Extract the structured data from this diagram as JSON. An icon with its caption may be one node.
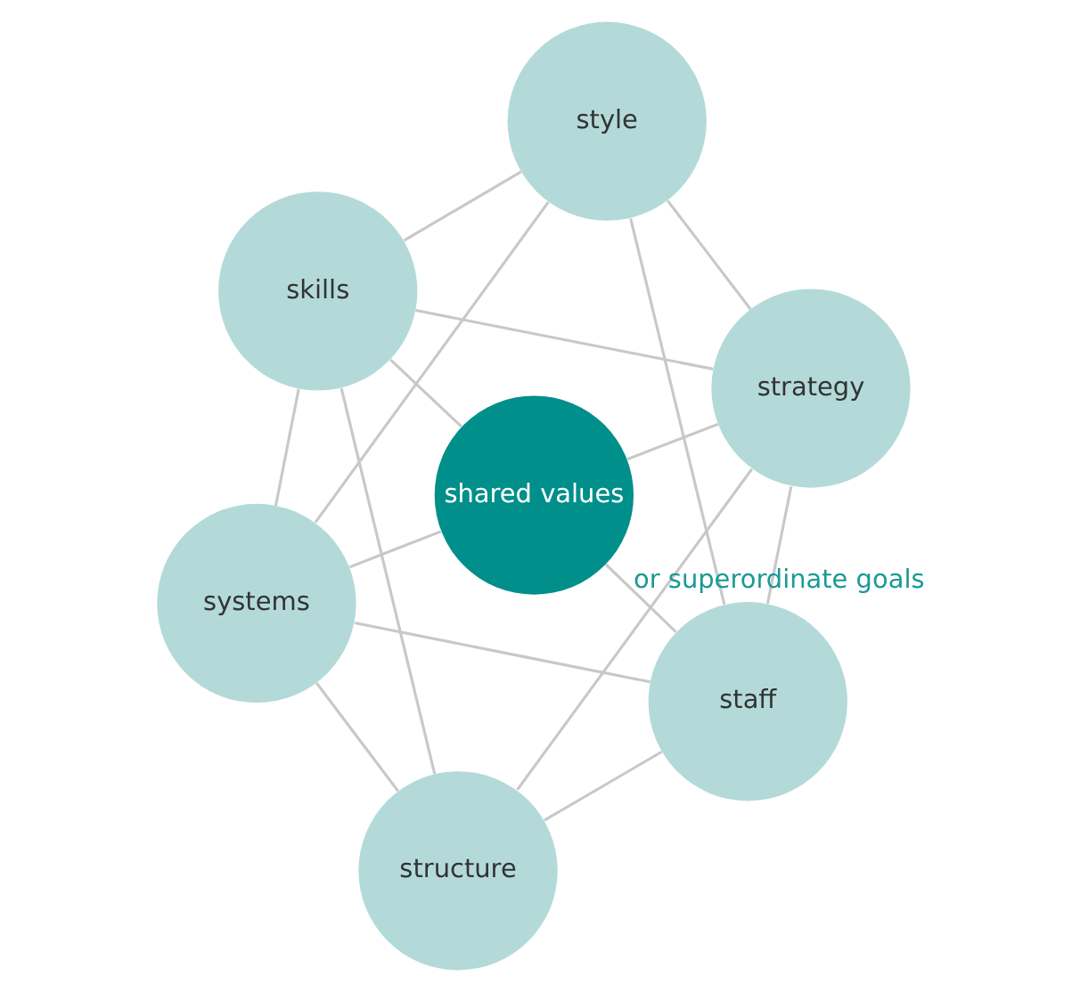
{
  "diagram": {
    "nodes": [
      {
        "text": [
          "style"
        ]
      },
      {
        "text": [
          "strategy"
        ]
      },
      {
        "text": [
          "skills"
        ]
      },
      {
        "text": [
          "shared values"
        ],
        "beside": [
          "or superordinate goals"
        ]
      },
      {
        "text": [
          "staff"
        ]
      },
      {
        "text": [
          "systems"
        ]
      },
      {
        "text": [
          "structure"
        ]
      }
    ],
    "edges": [
      {
        "from": 0,
        "to": 1,
        "arrow": "none"
      },
      {
        "from": 0,
        "to": 2,
        "arrow": "none"
      },
      {
        "from": 1,
        "to": 2,
        "arrow": "none"
      },
      {
        "from": 1,
        "to": 3,
        "arrow": "none"
      },
      {
        "from": 2,
        "to": 3,
        "arrow": "none"
      },
      {
        "from": 1,
        "to": 4,
        "arrow": "none"
      },
      {
        "from": 2,
        "to": 5,
        "arrow": "none"
      },
      {
        "from": 0,
        "to": 4,
        "arrow": "none"
      },
      {
        "from": 0,
        "to": 5,
        "arrow": "none"
      },
      {
        "from": 1,
        "to": 6,
        "arrow": "none"
      },
      {
        "from": 2,
        "to": 6,
        "arrow": "none"
      },
      {
        "from": 3,
        "to": 4,
        "arrow": "none"
      },
      {
        "from": 3,
        "to": 5,
        "arrow": "none"
      },
      {
        "from": 4,
        "to": 5,
        "arrow": "none"
      },
      {
        "from": 4,
        "to": 6,
        "arrow": "none"
      },
      {
        "from": 5,
        "to": 6,
        "arrow": "none"
      }
    ]
  }
}
